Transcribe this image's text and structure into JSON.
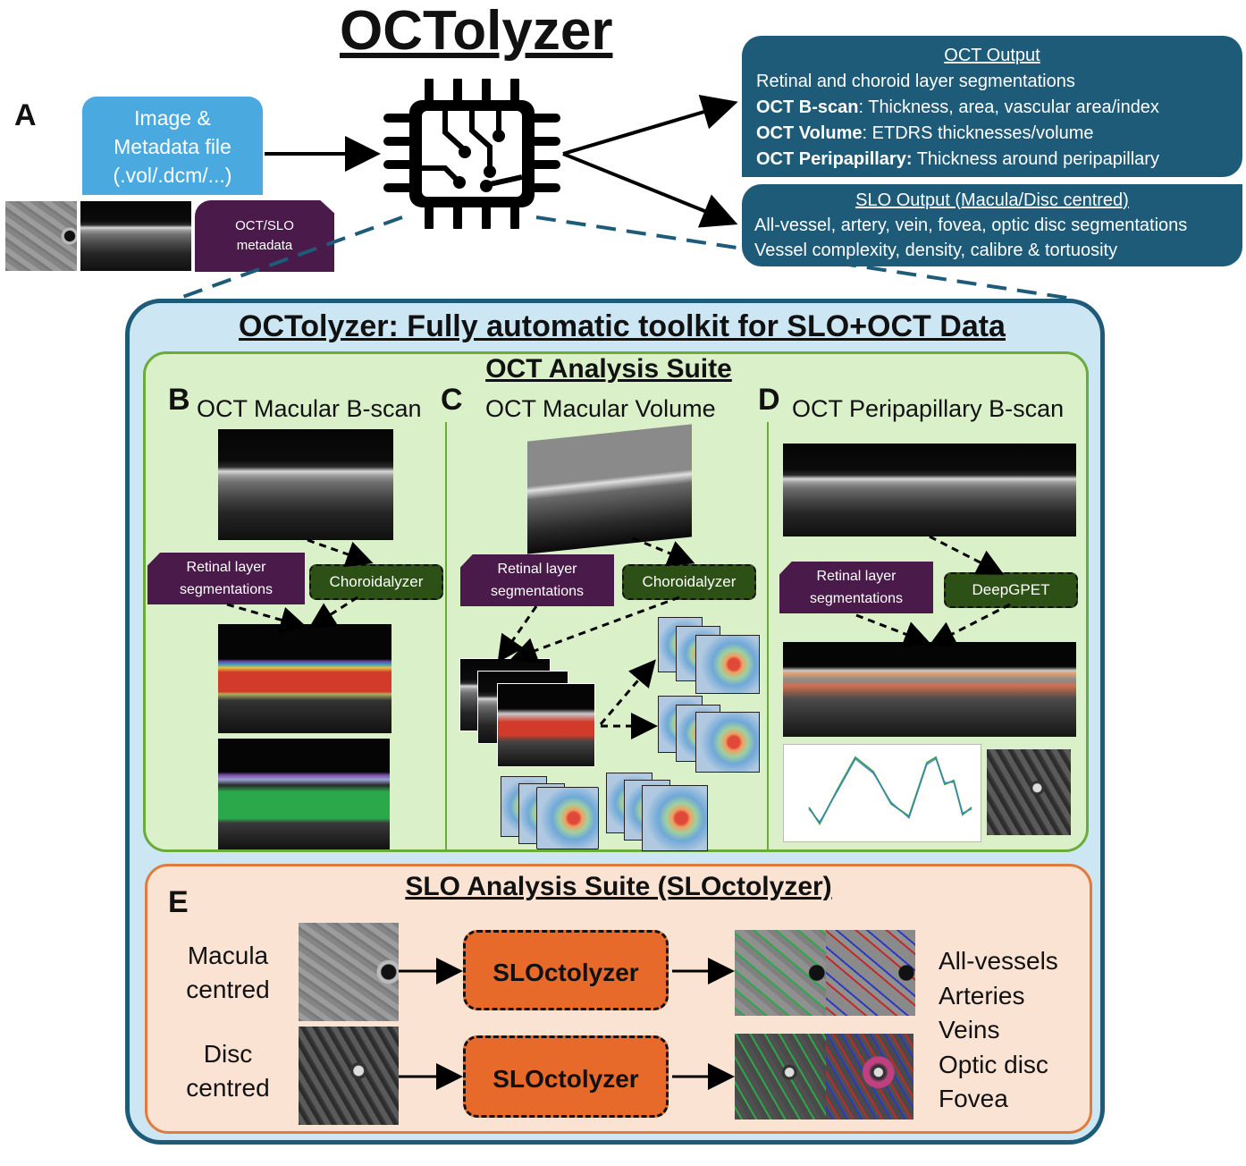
{
  "header": {
    "title": "OCTolyzer"
  },
  "input": {
    "section_letter": "A",
    "file_box": [
      "Image &",
      "Metadata file",
      "(.vol/.dcm/...)"
    ],
    "metadata_tag": [
      "OCT/SLO",
      "metadata"
    ]
  },
  "oct_output": {
    "title": "OCT Output",
    "lines": [
      {
        "bold": "",
        "text": "Retinal and choroid layer segmentations"
      },
      {
        "bold": "OCT B-scan",
        "text": ": Thickness, area, vascular area/index"
      },
      {
        "bold": "OCT Volume",
        "text": ": ETDRS thicknesses/volume"
      },
      {
        "bold": "OCT Peripapillary:",
        "text": " Thickness around peripapillary"
      }
    ]
  },
  "slo_output": {
    "title": "SLO Output (Macula/Disc centred)",
    "lines": [
      "All-vessel, artery, vein, fovea, optic disc segmentations",
      "Vessel complexity, density, calibre & tortuosity"
    ]
  },
  "main": {
    "title": "OCTolyzer: Fully automatic toolkit for SLO+OCT Data"
  },
  "oct_suite": {
    "title": "OCT Analysis Suite",
    "panels": [
      {
        "letter": "B",
        "title": "OCT Macular B-scan",
        "tag_left": [
          "Retinal layer",
          "segmentations"
        ],
        "tag_right": "Choroidalyzer"
      },
      {
        "letter": "C",
        "title": "OCT Macular Volume",
        "tag_left": [
          "Retinal layer",
          "segmentations"
        ],
        "tag_right": "Choroidalyzer"
      },
      {
        "letter": "D",
        "title": "OCT Peripapillary B-scan",
        "tag_left": [
          "Retinal layer",
          "segmentations"
        ],
        "tag_right": "DeepGPET"
      }
    ]
  },
  "slo_suite": {
    "letter": "E",
    "title": "SLO Analysis Suite (SLOctolyzer)",
    "rows": [
      {
        "label": [
          "Macula",
          "centred"
        ],
        "button": "SLOctolyzer"
      },
      {
        "label": [
          "Disc",
          "centred"
        ],
        "button": "SLOctolyzer"
      }
    ],
    "outputs": [
      "All-vessels",
      "Arteries",
      "Veins",
      "Optic disc",
      "Fovea"
    ]
  },
  "colors": {
    "input_box": "#4aa9de",
    "output_box": "#1d5b79",
    "tag_dark": "#4a1b4a",
    "tag_green": "#2d5016",
    "main_bg": "#cce6f4",
    "main_border": "#1d5b79",
    "oct_suite_bg": "#d9f0c8",
    "oct_suite_border": "#6aab3a",
    "slo_suite_bg": "#fbe3d4",
    "slo_suite_border": "#e07b3c",
    "slo_button": "#e86a2a"
  },
  "icons": [
    "chip-icon"
  ]
}
